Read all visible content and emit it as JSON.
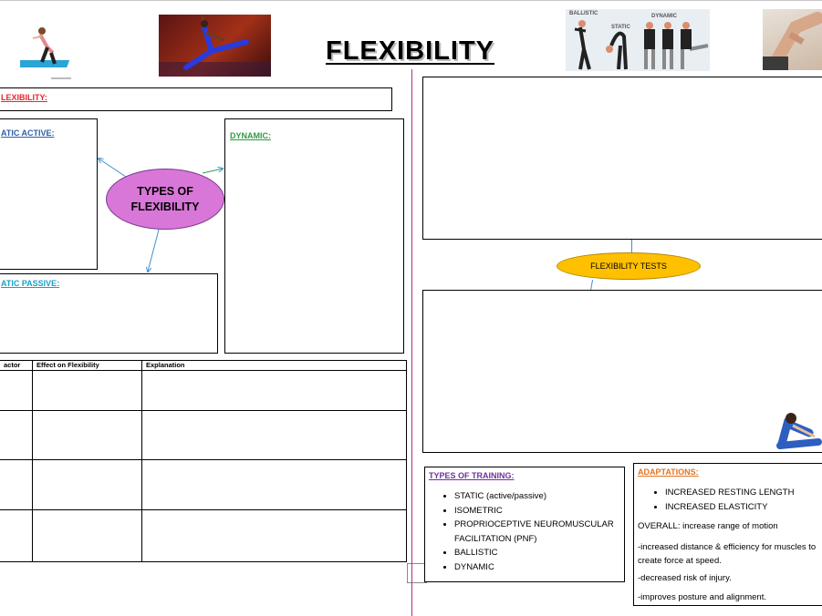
{
  "title": "FLEXIBILITY",
  "colors": {
    "red": "#e8262b",
    "blue": "#2f5fa8",
    "green": "#2e9b44",
    "cyan": "#1aa0c8",
    "purple": "#7030a0",
    "orange": "#e37222",
    "types_fill": "#d977d9",
    "tests_fill": "#ffc000"
  },
  "headings": {
    "flexibility_def": "LEXIBILITY:",
    "static_active": "ATIC ACTIVE:",
    "dynamic": "DYNAMIC:",
    "static_passive": "ATIC PASSIVE:",
    "types_of_training": "TYPES OF TRAINING:",
    "adaptations": "ADAPTATIONS:"
  },
  "types_ellipse": {
    "line1": "TYPES OF",
    "line2": "FLEXIBILITY"
  },
  "tests_ellipse": "FLEXIBILITY TESTS",
  "stretch_image_labels": {
    "ballistic": "BALLISTIC",
    "static": "STATIC",
    "dynamic": "DYNAMIC"
  },
  "factor_table": {
    "headers": [
      "actor",
      "Effect on Flexibility",
      "Explanation"
    ]
  },
  "types_of_training": [
    "STATIC (active/passive)",
    "ISOMETRIC",
    "PROPRIOCEPTIVE NEUROMUSCULAR FACILITATION (PNF)",
    "BALLISTIC",
    "DYNAMIC"
  ],
  "adaptations": {
    "bullets": [
      "INCREASED RESTING LENGTH",
      "INCREASED ELASTICITY"
    ],
    "lines": [
      "OVERALL: increase range of motion",
      "-increased distance & efficiency for muscles to create force at speed.",
      "-decreased risk of injury.",
      "-improves posture and alignment."
    ]
  }
}
